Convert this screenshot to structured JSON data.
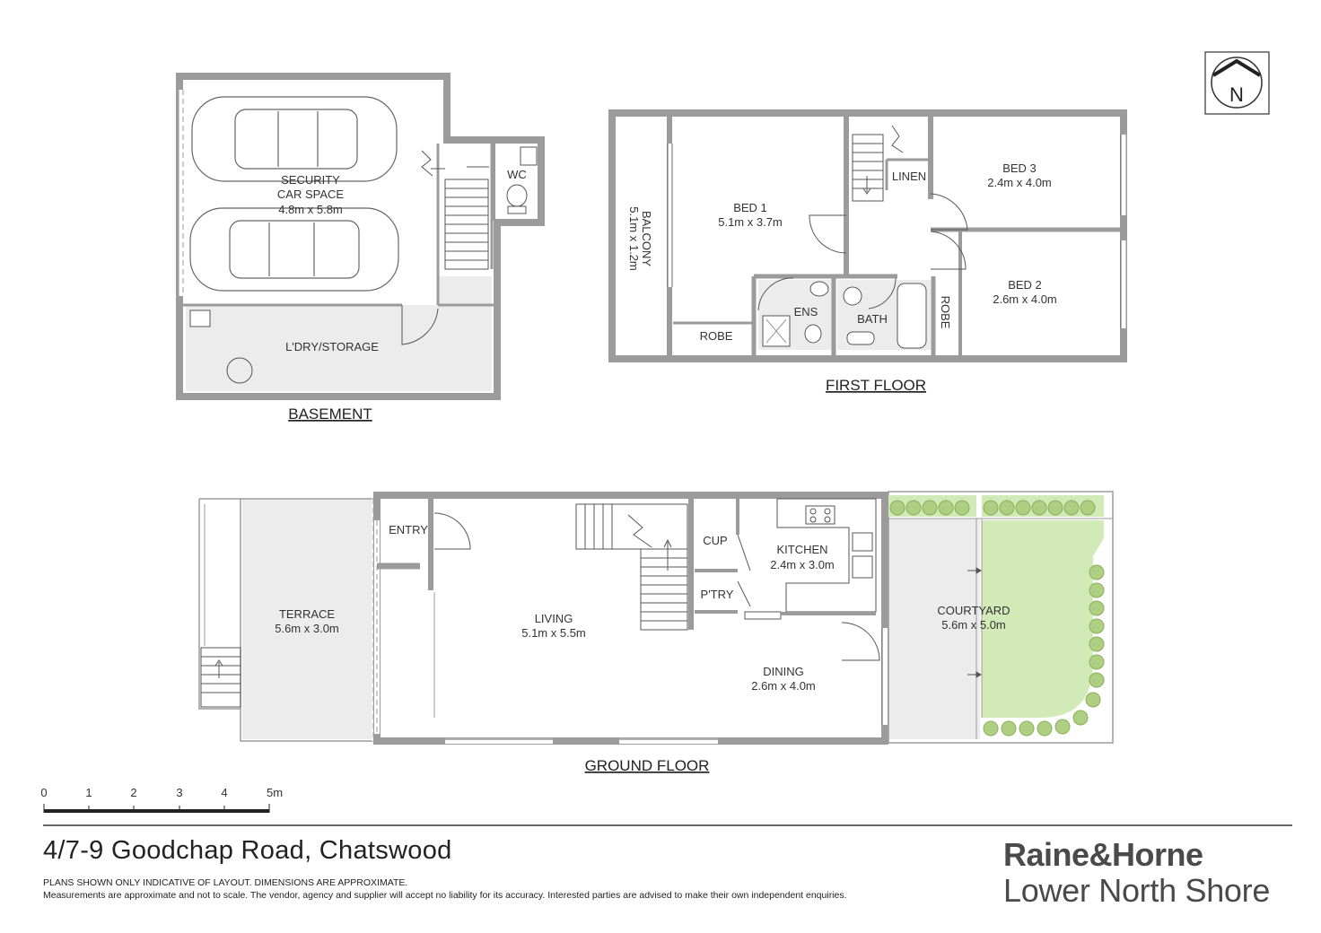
{
  "plans": {
    "basement": {
      "title": "BASEMENT",
      "rooms": {
        "car_line1": "SECURITY",
        "car_line2": "CAR SPACE",
        "car_dims": "4.8m x 5.8m",
        "wc": "WC",
        "laundry": "L'DRY/STORAGE"
      }
    },
    "first_floor": {
      "title": "FIRST FLOOR",
      "rooms": {
        "bed1": "BED 1",
        "bed1_dims": "5.1m x 3.7m",
        "balcony": "BALCONY",
        "balcony_dims": "5.1m x 1.2m",
        "robe1": "ROBE",
        "ens": "ENS",
        "bath": "BATH",
        "linen": "LINEN",
        "bed3": "BED 3",
        "bed3_dims": "2.4m x 4.0m",
        "bed2": "BED 2",
        "bed2_dims": "2.6m x 4.0m",
        "robe2": "ROBE"
      }
    },
    "ground_floor": {
      "title": "GROUND FLOOR",
      "rooms": {
        "terrace": "TERRACE",
        "terrace_dims": "5.6m x 3.0m",
        "entry": "ENTRY",
        "living": "LIVING",
        "living_dims": "5.1m x 5.5m",
        "cup": "CUP",
        "ptry": "P'TRY",
        "kitchen": "KITCHEN",
        "kitchen_dims": "2.4m x 3.0m",
        "dining": "DINING",
        "dining_dims": "2.6m x 4.0m",
        "courtyard": "COURTYARD",
        "courtyard_dims": "5.6m x 5.0m"
      }
    }
  },
  "compass": {
    "label": "N"
  },
  "scale": {
    "ticks": [
      "0",
      "1",
      "2",
      "3",
      "4",
      "5m"
    ]
  },
  "footer": {
    "address": "4/7-9 Goodchap Road, Chatswood",
    "disclaimer_1": "PLANS SHOWN ONLY INDICATIVE OF LAYOUT. DIMENSIONS ARE APPROXIMATE.",
    "disclaimer_2": "Measurements are approximate and not to scale. The vendor, agency and supplier will accept no liability for its accuracy. Interested parties are advised to make their own independent enquiries.",
    "brand_line1": "Raine&Horne",
    "brand_line2": "Lower North Shore"
  },
  "colors": {
    "wall": "#9b9b9b",
    "floor_shade": "#ececec",
    "lawn": "#d2e9b8",
    "plant": "#aecf82",
    "ink": "#222222"
  }
}
